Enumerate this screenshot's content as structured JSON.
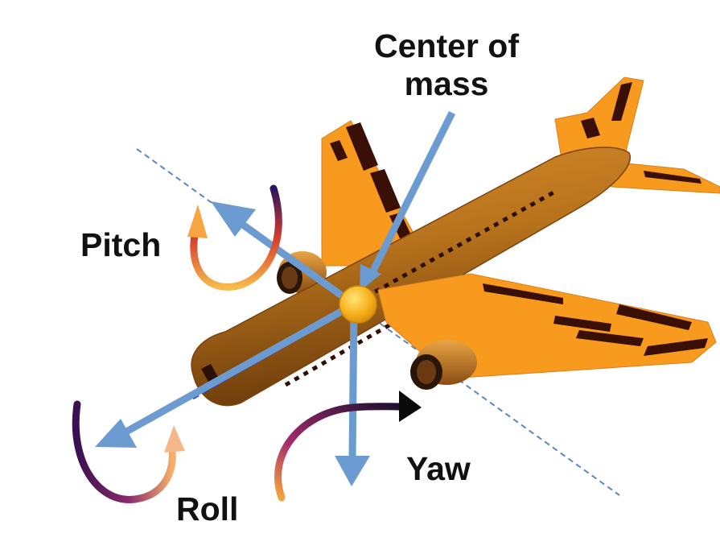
{
  "labels": {
    "center_of_mass_line1": "Center of",
    "center_of_mass_line2": "mass",
    "pitch": "Pitch",
    "roll": "Roll",
    "yaw": "Yaw"
  },
  "colors": {
    "airplane_fuselage": "#b8731c",
    "airplane_wing": "#f89a1e",
    "wing_stripes": "#3a1006",
    "axis_arrow": "#6b9bd1",
    "axis_dashed": "#5b86c2",
    "center_of_mass": "#f6b21c",
    "rotation_gradient_start": "#2a1560",
    "rotation_gradient_mid": "#d43c2e",
    "rotation_gradient_end": "#f8b84a"
  },
  "icons": {
    "pitch_rotation": "curved-arrow-icon",
    "roll_rotation": "curved-arrow-icon",
    "yaw_rotation": "curved-arrow-icon"
  }
}
